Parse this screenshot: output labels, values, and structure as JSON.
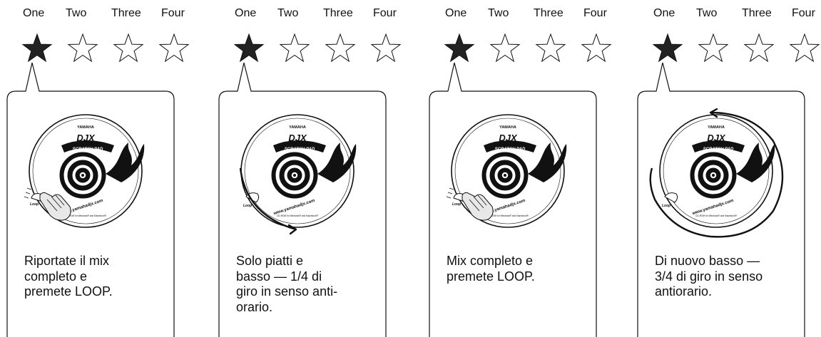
{
  "beat_labels": [
    "One",
    "Two",
    "Three",
    "Four"
  ],
  "panels": [
    {
      "filled_stars": 1,
      "caption": "Riportate il mix\ncompleto e\npremete LOOP.",
      "action": "press-loop"
    },
    {
      "filled_stars": 1,
      "caption": "Solo piatti e\nbasso  — 1/4 di\ngiro in senso anti-\norario.",
      "action": "quarter-turn"
    },
    {
      "filled_stars": 1,
      "caption": "Mix completo e\npremete LOOP.",
      "action": "press-loop"
    },
    {
      "filled_stars": 1,
      "caption": "Di nuovo basso —\n3/4 di giro in senso\nantiorario.",
      "action": "three-quarter-turn"
    }
  ],
  "disc": {
    "brand": "YAMAHA",
    "logo": "DJX",
    "scratch_pad": "SCRATCH PAD",
    "url": "www.yamahadjx.com",
    "small_text": "CD-ROM for Windows® and Macintosh®",
    "loop_label": "Loop"
  },
  "colors": {
    "ink": "#111111",
    "filled_star": "#222222",
    "empty_star": "#ffffff"
  }
}
